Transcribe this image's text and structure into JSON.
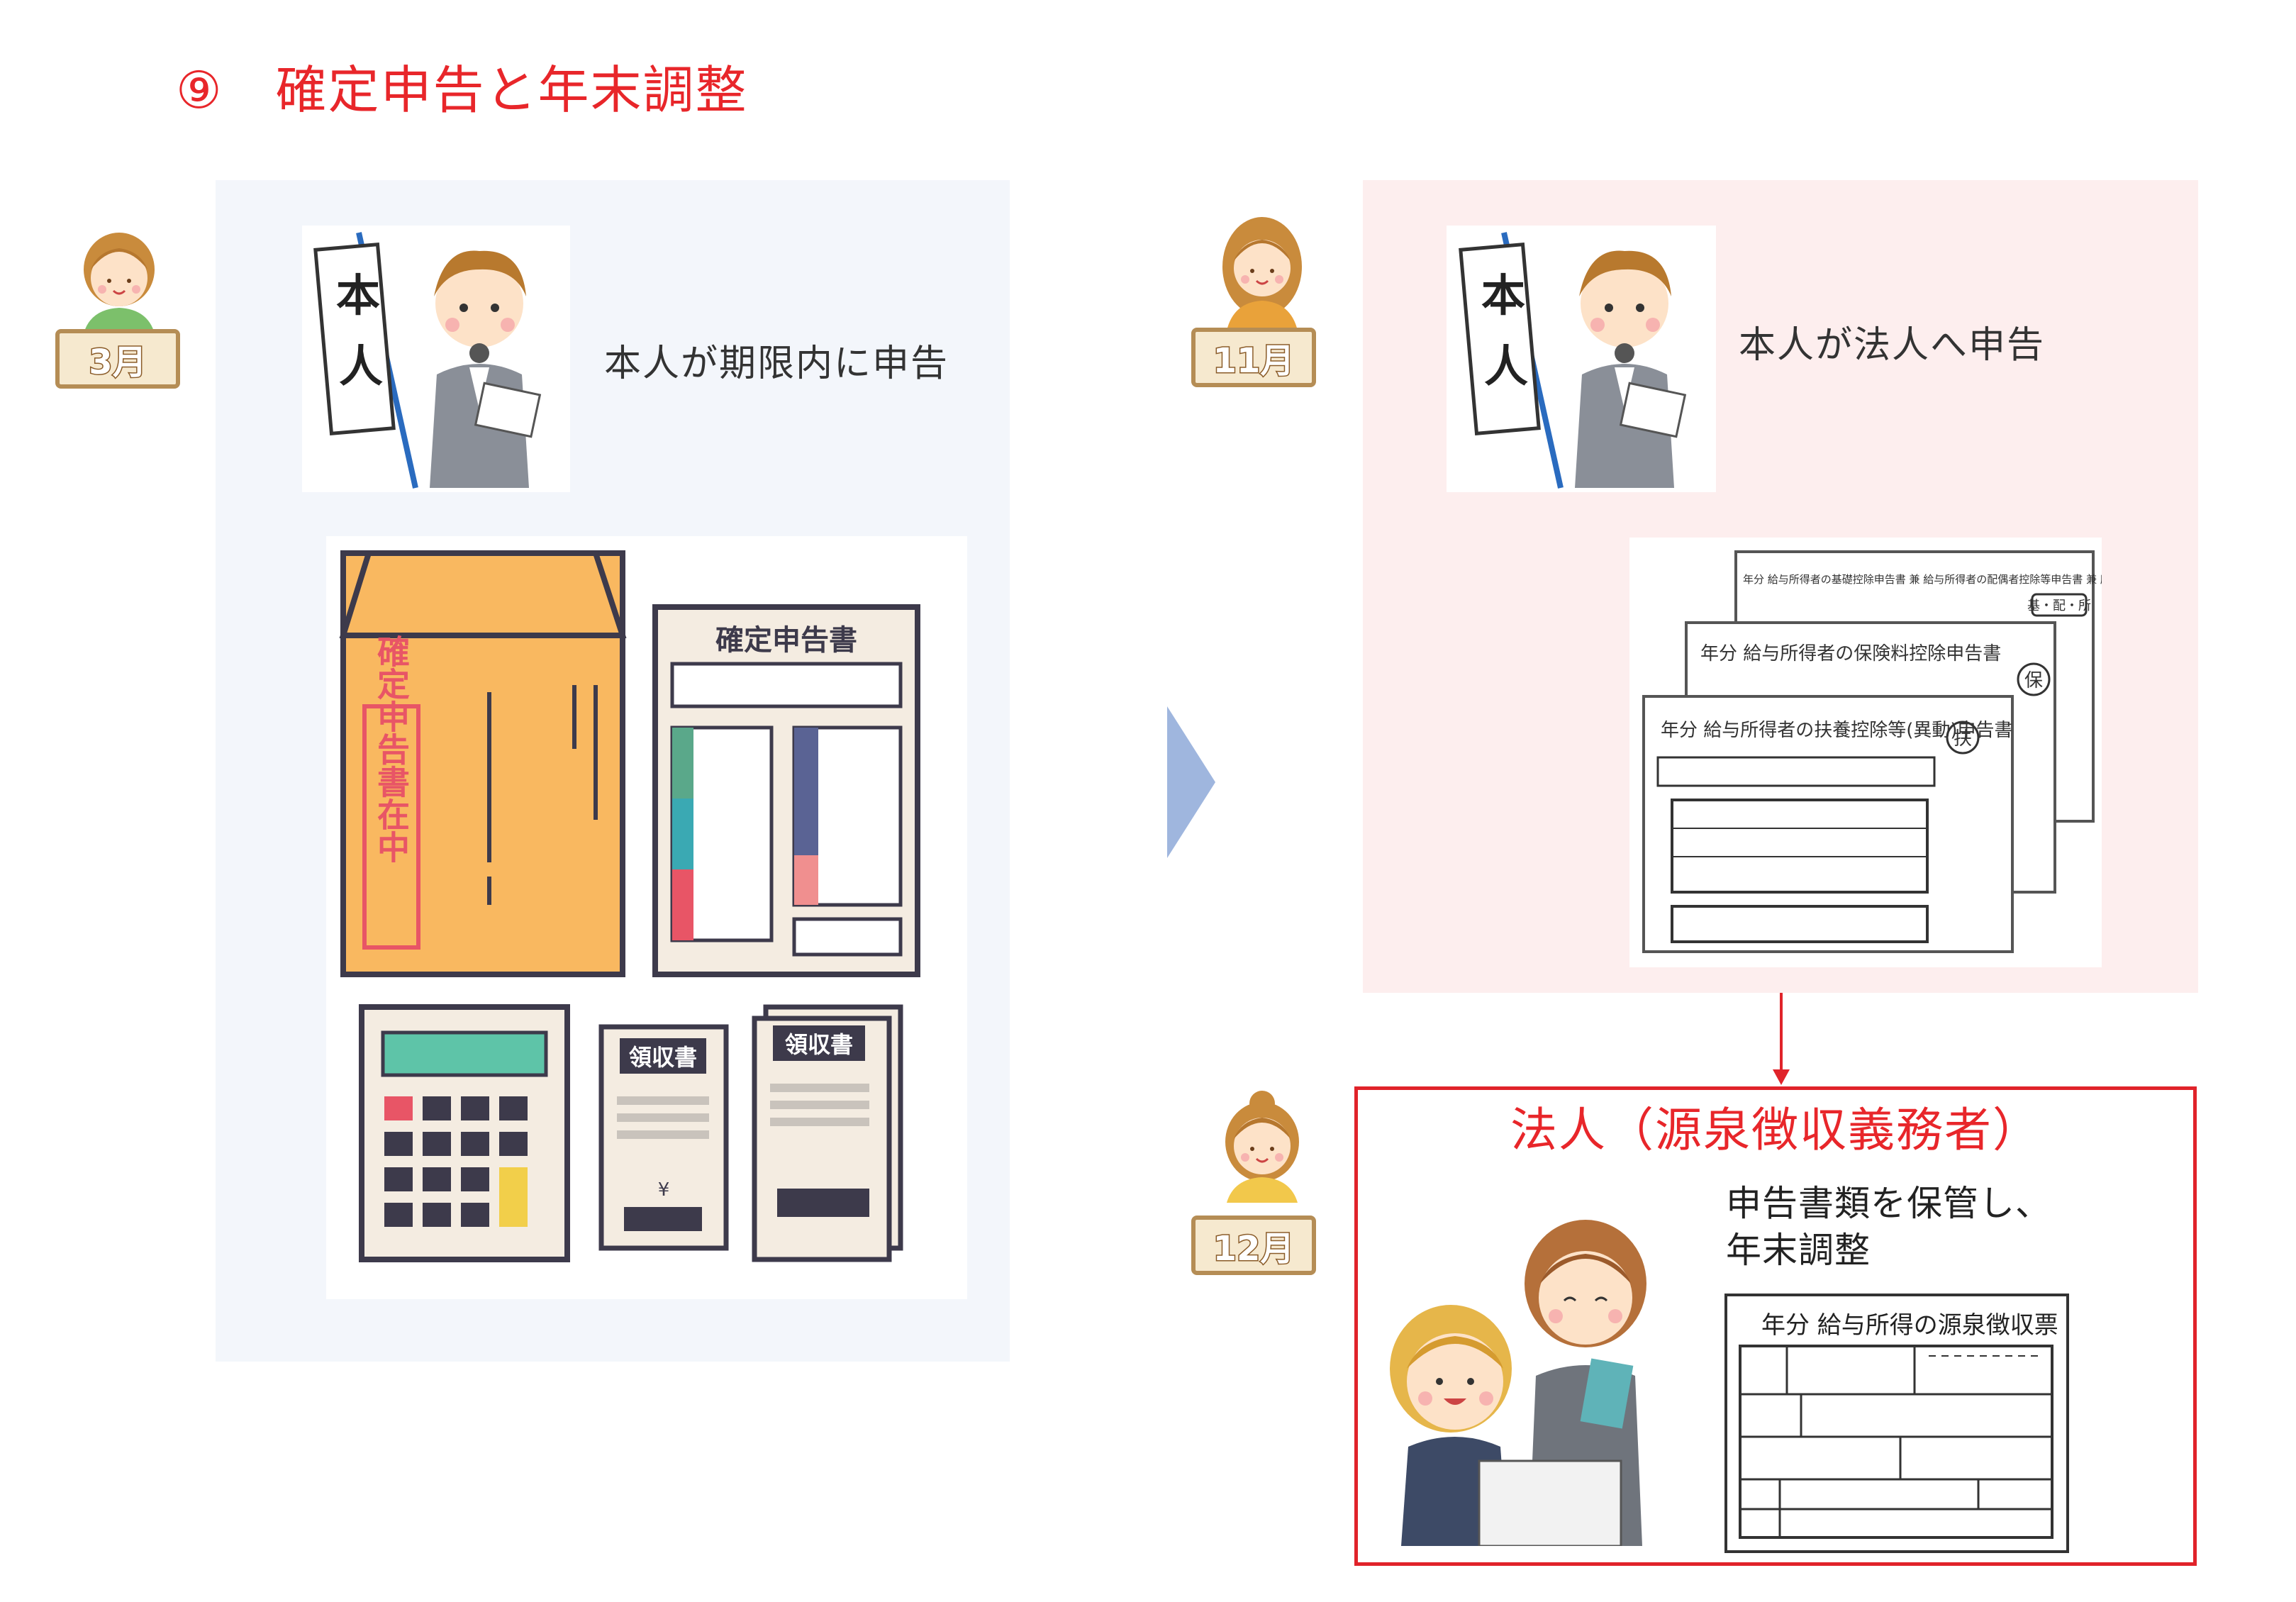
{
  "title": "⑨　確定申告と年末調整",
  "left": {
    "month_badge": "3月",
    "caption": "本人が期限内に申告",
    "banner_text": "本人",
    "envelope_label": "確定申告書在中",
    "form_title": "確定申告書",
    "receipt_label_1": "領収書",
    "receipt_label_2": "領収書",
    "yen_mark": "¥"
  },
  "right": {
    "month_badge": "11月",
    "caption": "本人が法人へ申告",
    "banner_text": "本人",
    "forms": [
      {
        "title": "年分 給与所得者の基礎控除申告書 兼 給与所得者の配偶者控除等申告書 兼 所得金額調整控除申告書",
        "mark": "基・配・所"
      },
      {
        "title": "年分 給与所得者の保険料控除申告書",
        "mark": "保"
      },
      {
        "title": "年分 給与所得者の扶養控除等(異動)申告書",
        "mark": "扶"
      }
    ]
  },
  "corporation": {
    "month_badge": "12月",
    "title": "法人（源泉徴収義務者）",
    "desc_line1": "申告書類を保管し、",
    "desc_line2": "年末調整",
    "slip_title": "年分 給与所得の源泉徴収票"
  },
  "colors": {
    "accent_red": "#e8262a",
    "arrow_blue": "#9fb6de",
    "panel_blue": "#f3f6fb",
    "panel_pink": "#fdeeee",
    "envelope": "#f9b860"
  }
}
